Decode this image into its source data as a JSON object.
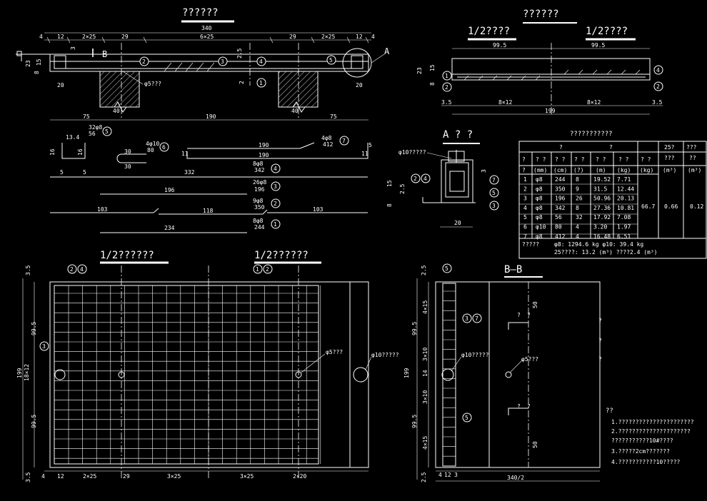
{
  "titles": {
    "top_left": "??????",
    "top_right": "??????",
    "half_left_top": "1/2????",
    "half_right_top": "1/2????",
    "section_a": "A ? ?",
    "half_left_mid": "1/2??????",
    "half_right_mid": "1/2??????",
    "section_bb": "B—B",
    "table_title": "???????????"
  },
  "dims_top_left": {
    "overall": "340",
    "segments": [
      "4",
      "12",
      "2×25",
      "29",
      "6×25",
      "29",
      "2×25",
      "12",
      "4"
    ],
    "bottom": [
      "75",
      "190",
      "75"
    ],
    "d20a": "20",
    "d20b": "20",
    "d40a": "40",
    "d40b": "40",
    "vert": [
      "23",
      "8",
      "15",
      "3",
      "2.5",
      "2"
    ],
    "label_b": "B",
    "label_a": "A",
    "phi5": "φ5???"
  },
  "dims_top_right": {
    "left": "99.5",
    "right": "99.5",
    "bottom_left": "8×12",
    "bottom_right": "8×12",
    "edge_left": "3.5",
    "edge_right": "3.5",
    "total": "199",
    "vert": [
      "23",
      "15",
      "8"
    ]
  },
  "bars": {
    "b5": [
      "32φ8",
      "56",
      "13.4",
      "16",
      "16",
      "5",
      "5"
    ],
    "b6": [
      "4φ10",
      "80",
      "30",
      "30"
    ],
    "b7": [
      "4φ8",
      "412",
      "190",
      "190",
      "5",
      "11",
      "11"
    ],
    "b4": [
      "8φ8",
      "342",
      "332"
    ],
    "b3": [
      "26φ8",
      "196",
      "196"
    ],
    "b2": [
      "9φ8",
      "350",
      "103",
      "118",
      "103"
    ],
    "b1": [
      "8φ8",
      "244",
      "234"
    ]
  },
  "section_a_dims": [
    "φ10?????",
    "15",
    "2.5",
    "8",
    "3",
    "20"
  ],
  "table": {
    "group_headers": [
      "?",
      "?",
      "25?",
      "???"
    ],
    "sub_headers": [
      "?",
      "? ?",
      "? ?",
      "? ?",
      "? ?",
      "? ?",
      "? ?",
      "? ?",
      "???",
      "??"
    ],
    "units": [
      "?",
      "(mm)",
      "(cm)",
      "(?)",
      "(m)",
      "(kg)",
      "(kg)",
      "(m³)",
      "(m³)"
    ],
    "rows": [
      [
        "1",
        "φ8",
        "244",
        "8",
        "19.52",
        "7.71"
      ],
      [
        "2",
        "φ8",
        "350",
        "9",
        "31.5",
        "12.44"
      ],
      [
        "3",
        "φ8",
        "196",
        "26",
        "50.96",
        "20.13"
      ],
      [
        "4",
        "φ8",
        "342",
        "8",
        "27.36",
        "10.81"
      ],
      [
        "5",
        "φ8",
        "56",
        "32",
        "17.92",
        "7.08"
      ],
      [
        "6",
        "φ10",
        "80",
        "4",
        "3.20",
        "1.97"
      ],
      [
        "7",
        "φ8",
        "412",
        "4",
        "16.48",
        "6.51"
      ]
    ],
    "merged": [
      "66.7",
      "0.66",
      "0.12"
    ],
    "footer_label": "?????",
    "footer_line1": "φ8: 1294.6 kg  φ10: 39.4 kg",
    "footer_line2": "25????: 13.2 (m³)   ????2.4  (m³)"
  },
  "plan_dims": {
    "left_vert": [
      "3.5",
      "99.5",
      "199",
      "18×12",
      "99.5",
      "3.5"
    ],
    "bottom": [
      "4",
      "12",
      "2×25",
      "29",
      "3×25",
      "3×25",
      "2×20"
    ],
    "phi5": "φ5???",
    "phi10": "φ10?????"
  },
  "bb_dims": {
    "left": [
      "2.5",
      "99.5",
      "4×15",
      "3×10",
      "14",
      "199",
      "3×10",
      "99.5",
      "4×15",
      "2.5"
    ],
    "bottom": [
      "4",
      "12",
      "3",
      "340/2"
    ],
    "phi10": "φ10?????",
    "phi5": "φ5???",
    "d50a": "50",
    "d50b": "50",
    "marks": [
      "?",
      "?",
      "?",
      "?",
      "?",
      "?",
      "?"
    ]
  },
  "notes": {
    "title": "??",
    "lines": [
      "1.??????????????????????",
      "2.?????????????????????",
      "  ???????????10#????",
      "3.?????2cm???????",
      "4.???????????10?????"
    ]
  },
  "markers": [
    "1",
    "2",
    "3",
    "4",
    "5",
    "6",
    "7"
  ]
}
